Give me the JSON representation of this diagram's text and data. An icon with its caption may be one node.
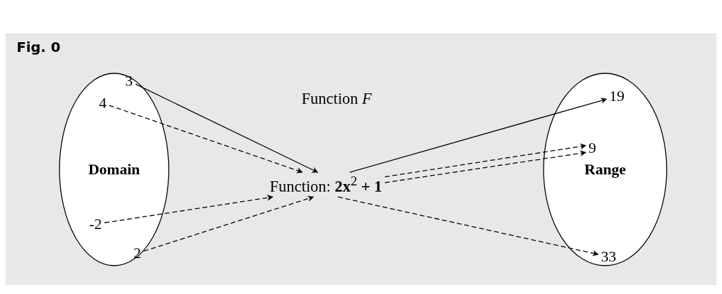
{
  "diagram": {
    "title": "Fig. 0",
    "nodes": [
      {
        "text": [
          "Domain"
        ]
      },
      {
        "text": [
          "3"
        ],
        "in": 0
      },
      {
        "text": [
          "4"
        ],
        "in": 0
      },
      {
        "text": [
          "-2"
        ],
        "in": 0
      },
      {
        "text": [
          "2"
        ],
        "in": 0
      },
      {
        "text": [
          "Function: **2x**$^{2}$ **+ 1**"
        ]
      },
      {
        "text": [
          "Range"
        ]
      },
      {
        "text": [
          "19"
        ],
        "in": 6
      },
      {
        "text": [
          "9"
        ],
        "in": 6
      },
      {
        "text": [
          "33"
        ],
        "in": 6
      }
    ],
    "edges": [
      {
        "from": 1,
        "to": 5,
        "arrow": "to"
      },
      {
        "from": 2,
        "to": 5,
        "arrow": "to",
        "style": "dashed"
      },
      {
        "from": 3,
        "to": 5,
        "arrow": "to",
        "style": "dashed"
      },
      {
        "from": 4,
        "to": 5,
        "arrow": "to",
        "style": "dashed"
      },
      {
        "from": 5,
        "to": 7,
        "arrow": "to"
      },
      {
        "from": 5,
        "to": 8,
        "arrow": "to",
        "style": "dashed"
      },
      {
        "from": 5,
        "to": 8,
        "arrow": "to",
        "style": "dashed"
      },
      {
        "from": 5,
        "to": 9,
        "arrow": "to",
        "style": "dashed"
      }
    ],
    "labels": [
      "Function *F*"
    ]
  }
}
